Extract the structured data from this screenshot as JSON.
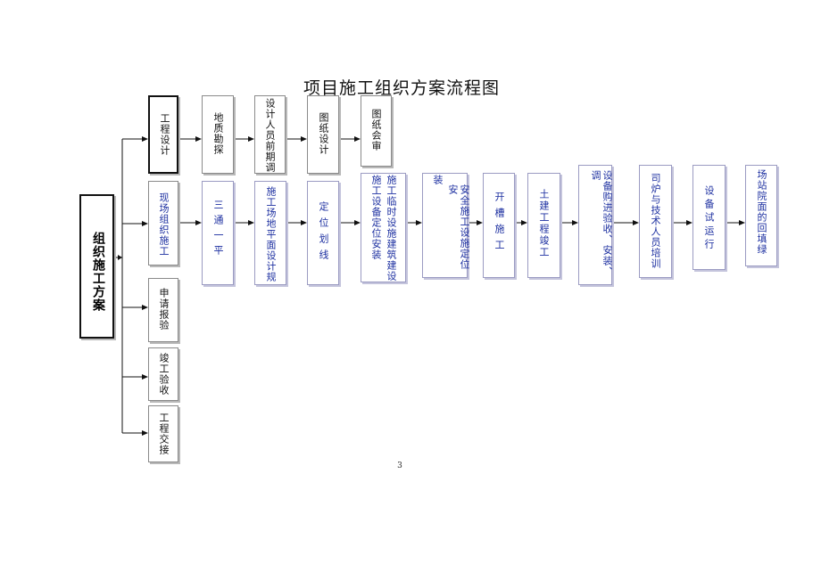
{
  "title": "项目施工组织方案流程图",
  "page_number": "3",
  "root": {
    "label": "组织施工方案"
  },
  "branches": [
    {
      "label": "工程设计"
    },
    {
      "label": "现场组织施工"
    },
    {
      "label": "申请报验"
    },
    {
      "label": "竣工验收"
    },
    {
      "label": "工程交接"
    }
  ],
  "design_row": [
    {
      "label": "地质勘探"
    },
    {
      "label": "设计人员前期调"
    },
    {
      "label": "图纸设计"
    },
    {
      "label": "图纸会审"
    }
  ],
  "construction_row": [
    {
      "col1": "三通一平"
    },
    {
      "col1": "施工场地平面设计规"
    },
    {
      "col1": "定位划线"
    },
    {
      "col1": "施工临时设施建筑建设",
      "col2": "施工设备定位安装"
    },
    {
      "col1": "安全施工设施定位安",
      "col2": "装"
    },
    {
      "col1": "开槽施工"
    },
    {
      "col1": "土建工程竣工"
    },
    {
      "col1": "设备购进验收、安装、调"
    },
    {
      "col1": "司炉与技术人员培训"
    },
    {
      "col1": "设备试运行"
    },
    {
      "col1": "场站院面的回填绿"
    }
  ]
}
